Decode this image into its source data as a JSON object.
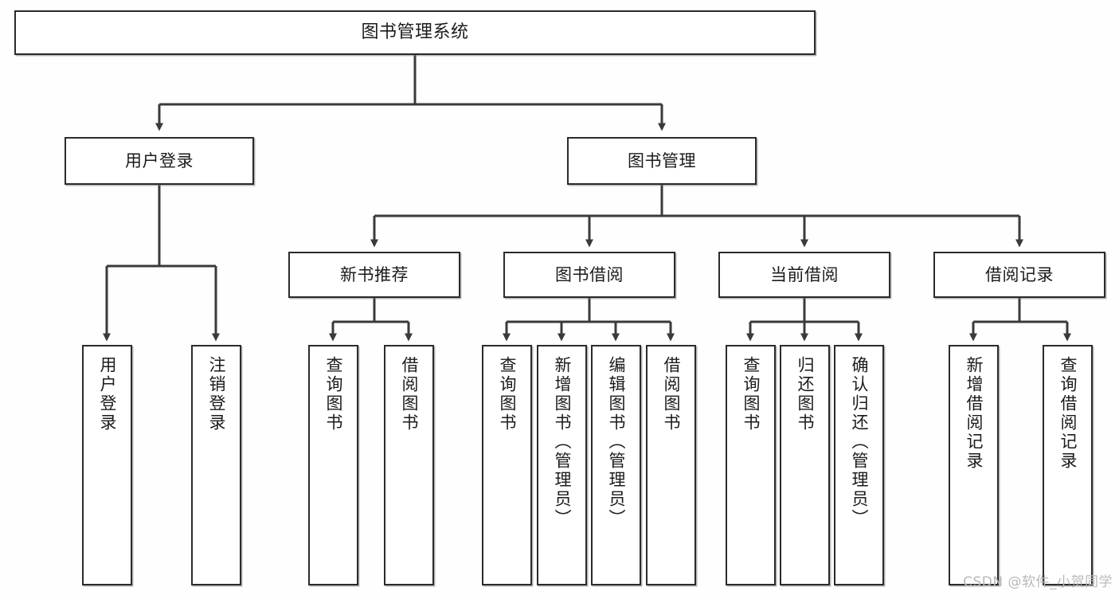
{
  "diagram": {
    "title": "图书管理系统",
    "type": "tree-hierarchy",
    "watermark": "CSDN @软件_小贺同学",
    "colors": {
      "background": "#fefefe",
      "node_fill": "#ffffff",
      "node_border": "#2b2b2b",
      "connector": "#3a3a3a",
      "watermark": "#b9b9b9"
    },
    "levels": {
      "root": "图书管理系统",
      "level2": [
        "用户登录",
        "图书管理"
      ],
      "level3": [
        "新书推荐",
        "图书借阅",
        "当前借阅",
        "借阅记录"
      ]
    },
    "nodes": {
      "root": {
        "label": "图书管理系统"
      },
      "user_login": {
        "label": "用户登录"
      },
      "book_manage": {
        "label": "图书管理"
      },
      "new_book_rec": {
        "label": "新书推荐"
      },
      "book_borrow": {
        "label": "图书借阅"
      },
      "current_borrow": {
        "label": "当前借阅"
      },
      "borrow_record": {
        "label": "借阅记录"
      },
      "leaf_user_login": {
        "label": "用户登录"
      },
      "leaf_logout": {
        "label": "注销登录"
      },
      "leaf_query_book_1": {
        "label": "查询图书"
      },
      "leaf_borrow_book_1": {
        "label": "借阅图书"
      },
      "leaf_query_book_2": {
        "label": "查询图书"
      },
      "leaf_add_book": {
        "label": "新增图书（管理员）"
      },
      "leaf_edit_book": {
        "label": "编辑图书（管理员）"
      },
      "leaf_borrow_book_2": {
        "label": "借阅图书"
      },
      "leaf_query_book_3": {
        "label": "查询图书"
      },
      "leaf_return_book": {
        "label": "归还图书"
      },
      "leaf_confirm_return": {
        "label": "确认归还（管理员）"
      },
      "leaf_add_record": {
        "label": "新增借阅记录"
      },
      "leaf_query_record": {
        "label": "查询借阅记录"
      }
    },
    "edges": [
      {
        "from": "图书管理系统",
        "to": "用户登录"
      },
      {
        "from": "图书管理系统",
        "to": "图书管理"
      },
      {
        "from": "用户登录",
        "to": "用户登录"
      },
      {
        "from": "用户登录",
        "to": "注销登录"
      },
      {
        "from": "图书管理",
        "to": "新书推荐"
      },
      {
        "from": "图书管理",
        "to": "图书借阅"
      },
      {
        "from": "图书管理",
        "to": "当前借阅"
      },
      {
        "from": "图书管理",
        "to": "借阅记录"
      },
      {
        "from": "新书推荐",
        "to": "查询图书"
      },
      {
        "from": "新书推荐",
        "to": "借阅图书"
      },
      {
        "from": "图书借阅",
        "to": "查询图书"
      },
      {
        "from": "图书借阅",
        "to": "新增图书（管理员）"
      },
      {
        "from": "图书借阅",
        "to": "编辑图书（管理员）"
      },
      {
        "from": "图书借阅",
        "to": "借阅图书"
      },
      {
        "from": "当前借阅",
        "to": "查询图书"
      },
      {
        "from": "当前借阅",
        "to": "归还图书"
      },
      {
        "from": "当前借阅",
        "to": "确认归还（管理员）"
      },
      {
        "from": "借阅记录",
        "to": "新增借阅记录"
      },
      {
        "from": "借阅记录",
        "to": "查询借阅记录"
      }
    ]
  }
}
